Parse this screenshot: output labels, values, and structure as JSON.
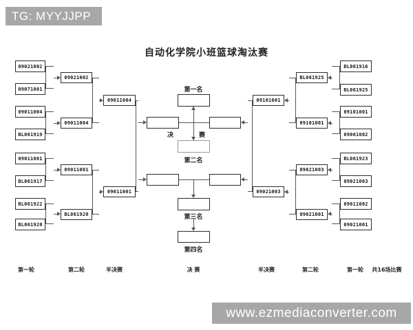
{
  "watermarks": {
    "header_tag": "TG: MYYJJPP",
    "footer_site": "www.ezmediaconverter.com"
  },
  "title": "自动化学院小班篮球淘汰赛",
  "bracket": {
    "left": {
      "round1": [
        "09021002",
        "09071001",
        "09011004",
        "BL061919",
        "09011001",
        "BL061917",
        "BL061922",
        "BL061920"
      ],
      "round2": [
        "09021002",
        "09011004",
        "09011001",
        "BL061920"
      ],
      "semifinal": [
        "09011004",
        "09011001"
      ]
    },
    "right": {
      "round1": [
        "BL061916",
        "BL061925",
        "09101001",
        "09061002",
        "BL061923",
        "09021003",
        "09011002",
        "09021001"
      ],
      "round2": [
        "BL061925",
        "09101001",
        "09021003",
        "09021001"
      ],
      "semifinal": [
        "09101001",
        "09021003"
      ]
    },
    "placements": {
      "first": "第一名",
      "second": "第二名",
      "third": "第三名",
      "fourth": "第四名",
      "final_char_left": "决",
      "final_char_right": "赛"
    }
  },
  "round_labels": [
    "第一轮",
    "第二轮",
    "半决赛",
    "决 赛",
    "半决赛",
    "第二轮",
    "第一轮",
    "共16场比赛"
  ]
}
